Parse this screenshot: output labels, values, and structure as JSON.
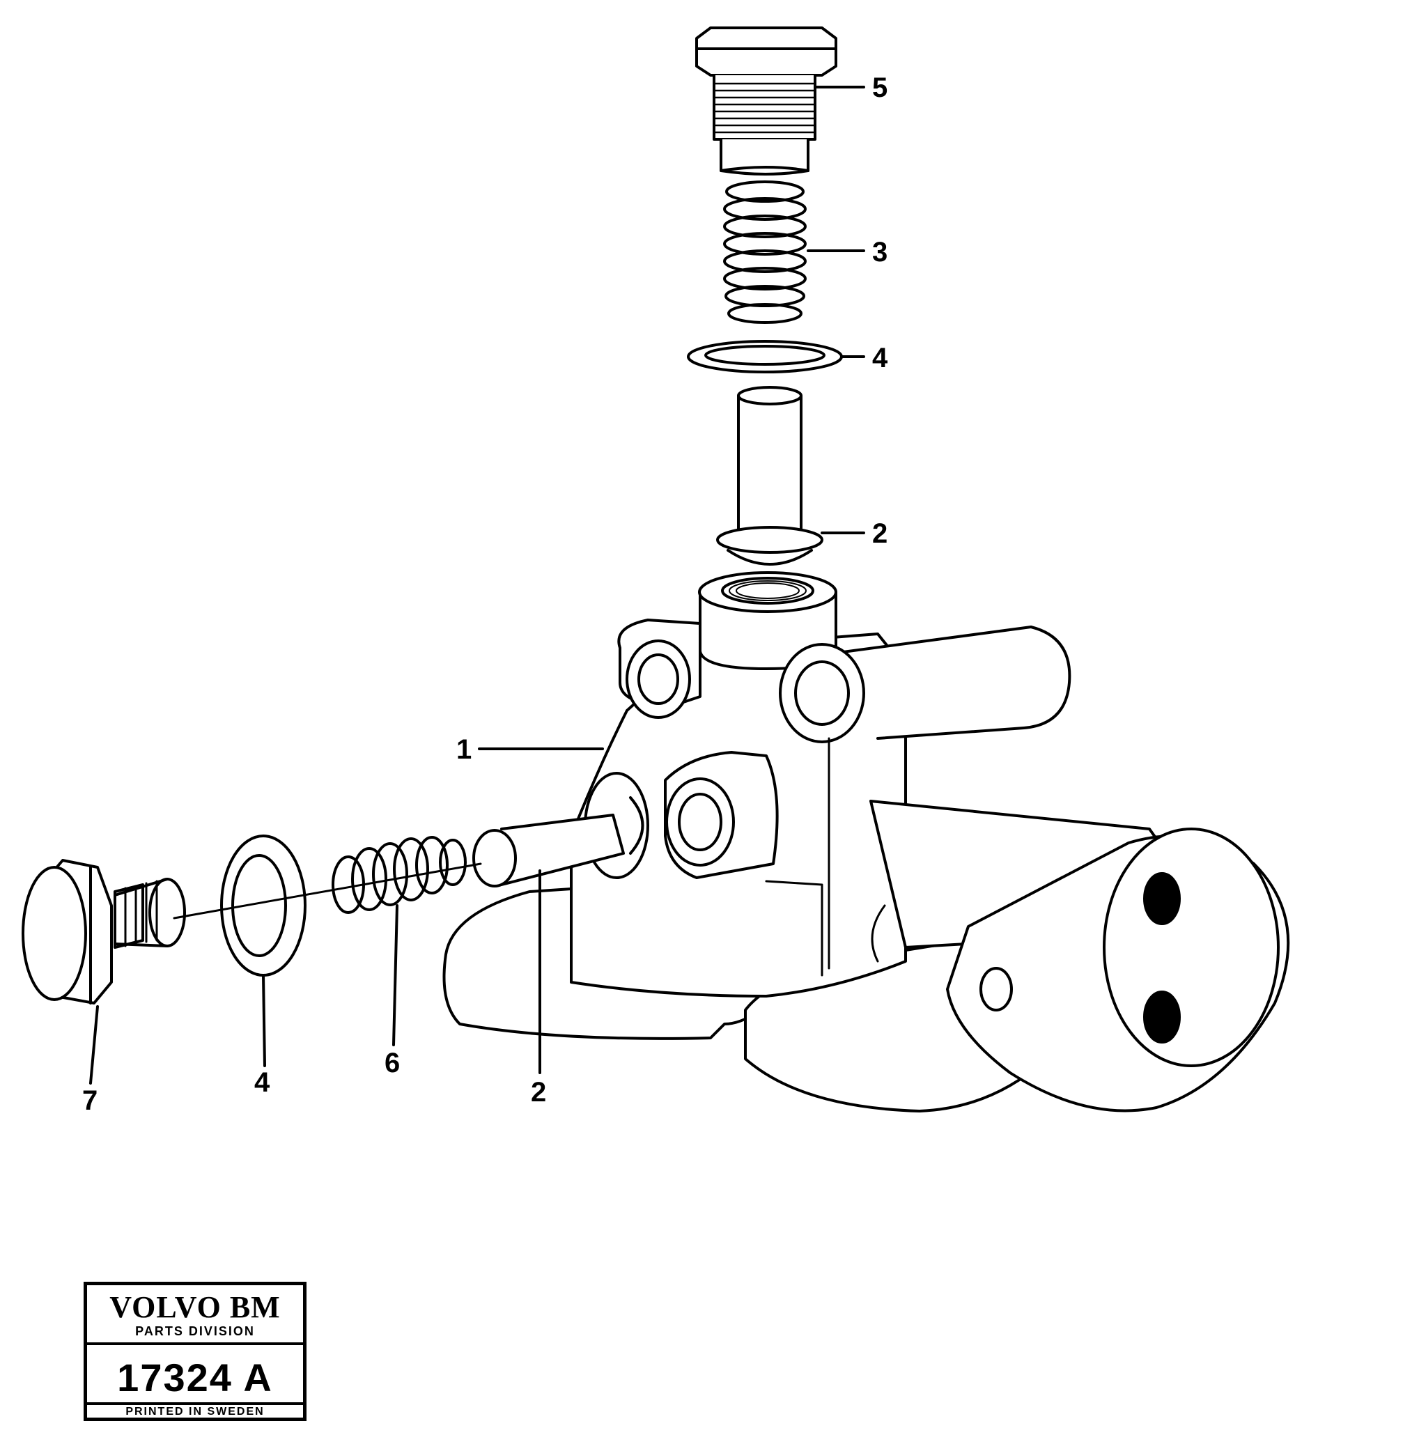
{
  "callouts": {
    "plug_top": "5",
    "spring_top": "3",
    "washer_top": "4",
    "piston_top": "2",
    "housing": "1",
    "plug_side": "7",
    "washer_side": "4",
    "spring_side": "6",
    "piston_side": "2"
  },
  "stamp": {
    "brand": "VOLVO BM",
    "division": "PARTS DIVISION",
    "code": "17324 A",
    "printed": "PRINTED IN SWEDEN"
  }
}
